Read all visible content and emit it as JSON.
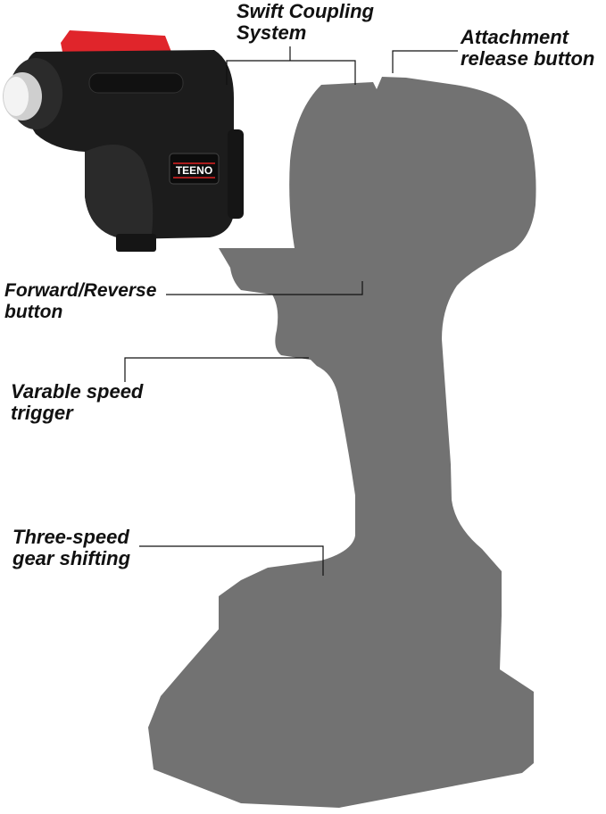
{
  "labels": {
    "swift_coupling": [
      "Swift Coupling",
      "System"
    ],
    "attachment_release": [
      "Attachment",
      "release button"
    ],
    "forward_reverse": [
      "Forward/Reverse",
      "button"
    ],
    "variable_speed": [
      "Varable speed",
      "trigger"
    ],
    "three_speed": [
      "Three-speed",
      "gear shifting"
    ]
  },
  "attachment": {
    "brand": "TEENO",
    "lever_color": "#e0252b",
    "body_color": "#1c1c1c"
  },
  "silhouette_color": "#727272"
}
